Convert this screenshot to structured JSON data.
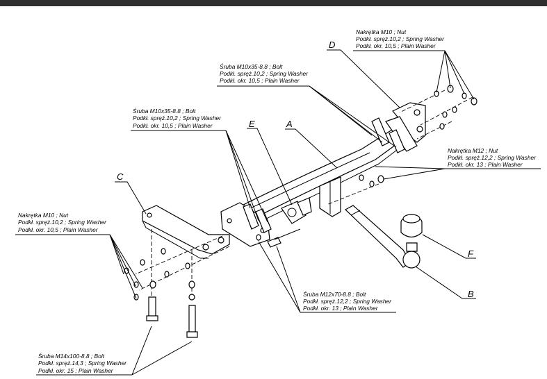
{
  "letters": {
    "A": "A",
    "B": "B",
    "C": "C",
    "D": "D",
    "E": "E",
    "F": "F"
  },
  "labels": {
    "nut_top_right": [
      "Nakrętka  M10 ; Nut",
      "Podkł. spręż.10,2 ; Spring Washer",
      "Podkł. okr. 10,5 ; Plain Washer"
    ],
    "bolt_top_center": [
      "Śruba M10x35-8.8 ;  Bolt",
      "Podkł. spręż.10,2 ; Spring Washer",
      "Podkł. okr. 10,5 ; Plain Washer"
    ],
    "bolt_left_center": [
      "Śruba M10x35-8.8 ;  Bolt",
      "Podkł. spręż.10,2 ; Spring Washer",
      "Podkł. okr. 10,5 ; Plain Washer"
    ],
    "nut_m12_right": [
      "Nakrętka  M12 ; Nut",
      "Podkł. spręż.12,2 ; Spring Washer",
      "Podkł. okr. 13 ; Plain Washer"
    ],
    "nut_left": [
      "Nakrętka  M10 ; Nut",
      "Podkł. spręż.10,2 ; Spring Washer",
      "Podkł. okr. 10,5 ; Plain Washer"
    ],
    "bolt_m12_bottom": [
      "Śruba M12x70-8.8 ;  Bolt",
      "Podkł. spręż.12,2 ; Spring Washer",
      "Podkł. okr. 13 ; Plain Washer"
    ],
    "bolt_m14_bottom": [
      "Śruba M14x100-8.8 ;  Bolt",
      "Podkł. spręż.14,3 ; Spring Washer",
      "Podkł. okr. 15 ; Plain Washer"
    ]
  }
}
